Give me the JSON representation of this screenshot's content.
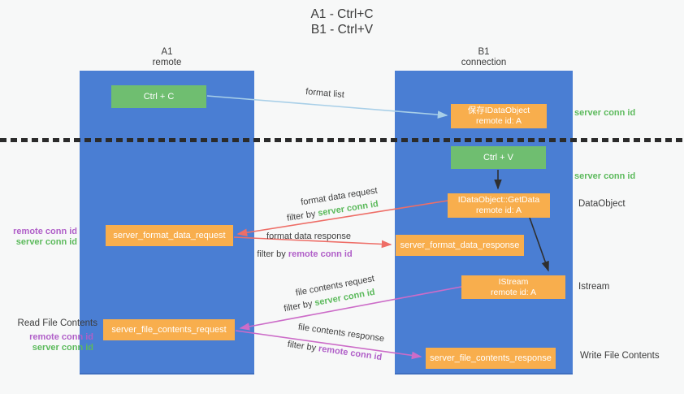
{
  "title": {
    "line1": "A1 - Ctrl+C",
    "line2": "B1 - Ctrl+V"
  },
  "lanes": {
    "a1": {
      "name": "A1",
      "role": "remote"
    },
    "b1": {
      "name": "B1",
      "role": "connection"
    }
  },
  "nodes": {
    "ctrl_c": {
      "label": "Ctrl + C"
    },
    "ctrl_v": {
      "label": "Ctrl + V"
    },
    "save_dataobject": {
      "line1": "保存IDataObject",
      "line2": "remote id: A"
    },
    "getdata": {
      "line1": "IDataObject::GetData",
      "line2": "remote id: A"
    },
    "istream": {
      "line1": "IStream",
      "line2": "remote id: A"
    },
    "format_request": {
      "label": "server_format_data_request"
    },
    "format_response": {
      "label": "server_format_data_response"
    },
    "file_request": {
      "label": "server_file_contents_request"
    },
    "file_response": {
      "label": "server_file_contents_response"
    }
  },
  "labels": {
    "format_list": "format list",
    "format_data_request": "format data request",
    "format_data_response": "format data response",
    "file_contents_request": "file contents request",
    "file_contents_response": "file contents response",
    "filter_by": "filter by",
    "server_conn_id": "server conn id",
    "remote_conn_id": "remote conn id",
    "dataobject": "DataObject",
    "istream": "Istream",
    "read_file_contents": "Read File Contents",
    "write_file_contents": "Write File Contents"
  },
  "colors": {
    "lifeline_blue": "#4a7ed3",
    "node_orange": "#f8ae4d",
    "node_green": "#6fbe70",
    "green_text": "#5cba5c",
    "purple_text": "#b05fc8",
    "red_arrow": "#ee6e67",
    "magenta_arrow": "#cc6cc8",
    "blue_arrow": "#a8cfe8",
    "black_arrow": "#2f2f2f",
    "background": "#f7f8f8",
    "dark_text": "#3f3f3f"
  }
}
